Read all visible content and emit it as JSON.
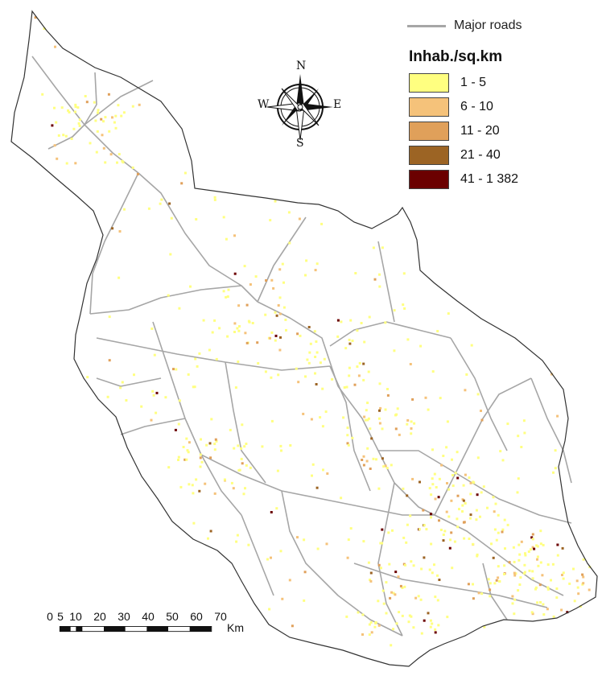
{
  "legend": {
    "road_label": "Major roads",
    "title": "Inhab./sq.km",
    "classes": [
      {
        "label": "1 - 5",
        "color": "#ffff80"
      },
      {
        "label": "6 - 10",
        "color": "#f5c27a"
      },
      {
        "label": "11 - 20",
        "color": "#e0a05a"
      },
      {
        "label": "21 - 40",
        "color": "#9c6424"
      },
      {
        "label": "41 - 1 382",
        "color": "#6b0000"
      }
    ]
  },
  "scale": {
    "ticks": [
      "0",
      "5",
      "10",
      "20",
      "30",
      "40",
      "50",
      "60",
      "70"
    ],
    "unit": "Km"
  },
  "compass": {
    "n": "N",
    "s": "S",
    "e": "E",
    "w": "W"
  },
  "colors": {
    "road": "#a6a6a6",
    "outline": "#333333"
  }
}
